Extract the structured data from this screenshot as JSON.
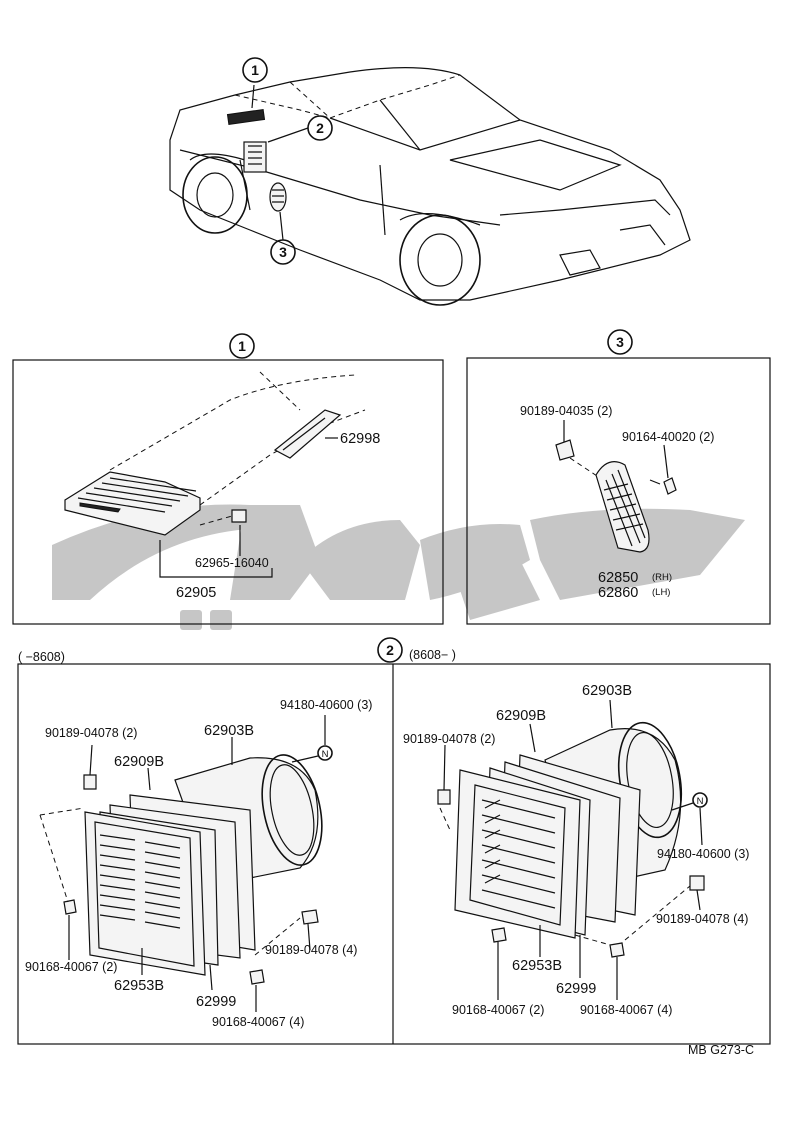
{
  "callouts": {
    "c1": "1",
    "c2": "2",
    "c3": "3"
  },
  "panel1": {
    "title_num": "1",
    "parts": {
      "p62998": "62998",
      "p62965": "62965-16040",
      "p62905": "62905"
    }
  },
  "panel3": {
    "title_num": "3",
    "parts": {
      "p90189": "90189-04035 (2)",
      "p90164": "90164-40020 (2)",
      "p62850": "62850",
      "p62850_side": "(RH)",
      "p62860": "62860",
      "p62860_side": "(LH)"
    }
  },
  "panel2": {
    "title_num": "2",
    "left_range": "(      −8608)",
    "right_range": "(8608−        )",
    "left": {
      "p94180": "94180-40600 (3)",
      "p90189a": "90189-04078 (2)",
      "p62903B": "62903B",
      "p62909B": "62909B",
      "p90189b": "90189-04078 (4)",
      "p90168a": "90168-40067 (2)",
      "p62953B": "62953B",
      "p62999": "62999",
      "p90168b": "90168-40067 (4)"
    },
    "right": {
      "p62903B": "62903B",
      "p62909B": "62909B",
      "p90189a": "90189-04078 (2)",
      "p94180": "94180-40600 (3)",
      "p90189b": "90189-04078 (4)",
      "p62953B": "62953B",
      "p62999": "62999",
      "p90168a": "90168-40067 (2)",
      "p90168b": "90168-40067 (4)"
    }
  },
  "footer": {
    "code": "MB  G273-C"
  },
  "watermark": {
    "text": "ق و ي ك",
    "color": "#c8c8c8"
  }
}
